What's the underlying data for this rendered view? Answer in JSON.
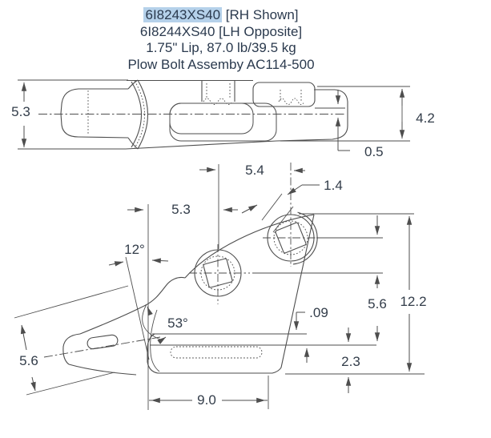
{
  "header": {
    "part_rh": "6I8243XS40",
    "rh_note": " [RH Shown]",
    "line2": "6I8244XS40 [LH Opposite]",
    "line3": "1.75\" Lip, 87.0 lb/39.5 kg",
    "line4": "Plow Bolt Assemby AC114-500"
  },
  "colors": {
    "highlight": "#b5d1ea",
    "header_text": "#2b3a4e",
    "dim_text": "#323c49",
    "line": "#4e4e4e"
  },
  "top_view": {
    "dim_overall_width": "5.3",
    "dim_rear_width": "4.2",
    "dim_center_offset": "0.5"
  },
  "side_view": {
    "dim_hole_spacing": "5.4",
    "dim_boss_width": "1.4",
    "dim_front_hole_setback": "5.3",
    "angle_shank": "12°",
    "angle_lip": "53°",
    "dim_nose_height": "5.6",
    "dim_lip_step": ".09",
    "dim_hole_to_heel": "5.6",
    "dim_overall_height": "12.2",
    "dim_heel_height": "2.3",
    "dim_overall_length": "9.0"
  }
}
